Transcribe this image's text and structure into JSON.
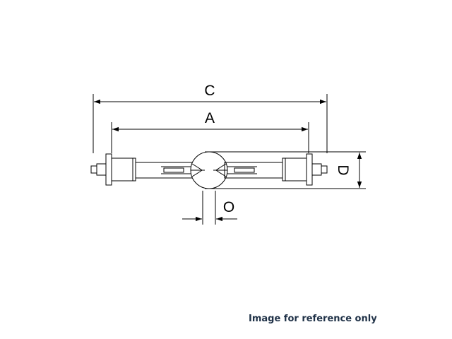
{
  "dimensions": {
    "overall_length_label": "C",
    "arc_length_label": "A",
    "diameter_label": "D",
    "offset_label": "O"
  },
  "caption": "Image for reference only",
  "colors": {
    "line": "#000000",
    "caption_text": "#1f3147",
    "background": "#ffffff"
  }
}
